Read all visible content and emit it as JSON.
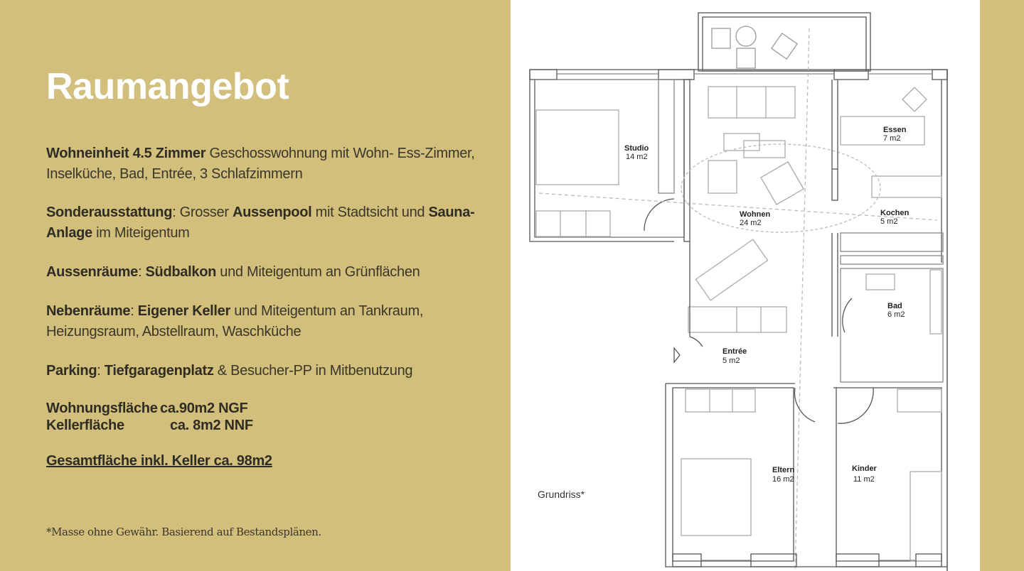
{
  "title": "Raumangebot",
  "paragraphs": {
    "p1": {
      "bold1": "Wohneinheit 4.5 Zimmer",
      "text1": " Geschosswohnung mit Wohn- Ess-Zimmer, Inselküche, Bad, Entrée, 3 Schlafzimmern"
    },
    "p2": {
      "bold1": "Sonderausstattung",
      "text1": ": Grosser ",
      "bold2": "Aussenpool",
      "text2": " mit Stadtsicht und ",
      "bold3": "Sauna-Anlage",
      "text3": " im Miteigentum"
    },
    "p3": {
      "bold1": "Aussenräume",
      "text1": ": ",
      "bold2": "Südbalkon",
      "text2": " und Miteigentum an Grünflächen"
    },
    "p4": {
      "bold1": "Nebenräume",
      "text1": ": ",
      "bold2": "Eigener Keller",
      "text2": " und Miteigentum an Tankraum, Heizungsraum, Abstellraum, Waschküche"
    },
    "p5": {
      "bold1": "Parking",
      "text1": ": ",
      "bold2": "Tiefgaragenplatz",
      "text2": " & Besucher-PP in Mitbenutzung"
    }
  },
  "areas": {
    "living_label": "Wohnungsfläche",
    "living_value": "ca.90m2 NGF",
    "cellar_label": "Kellerfläche",
    "cellar_value": "ca. 8m2 NNF"
  },
  "total": "Gesamtfläche inkl. Keller ca. 98m2",
  "footnote": "*Masse ohne Gewähr. Basierend auf Bestandsplänen.",
  "plan": {
    "caption": "Grundriss*",
    "rooms": {
      "studio": {
        "name": "Studio",
        "area": "14 m2"
      },
      "wohnen": {
        "name": "Wohnen",
        "area": "24 m2"
      },
      "essen": {
        "name": "Essen",
        "area": "7 m2"
      },
      "kochen": {
        "name": "Kochen",
        "area": "5 m2"
      },
      "bad": {
        "name": "Bad",
        "area": "6 m2"
      },
      "entree": {
        "name": "Entrée",
        "area": "5 m2"
      },
      "eltern": {
        "name": "Eltern",
        "area": "16 m2"
      },
      "kinder": {
        "name": "Kinder",
        "area": "11 m2"
      }
    }
  },
  "colors": {
    "background": "#d2bf7c",
    "title": "#ffffff",
    "text": "#3a3629",
    "plan_bg": "#ffffff"
  }
}
